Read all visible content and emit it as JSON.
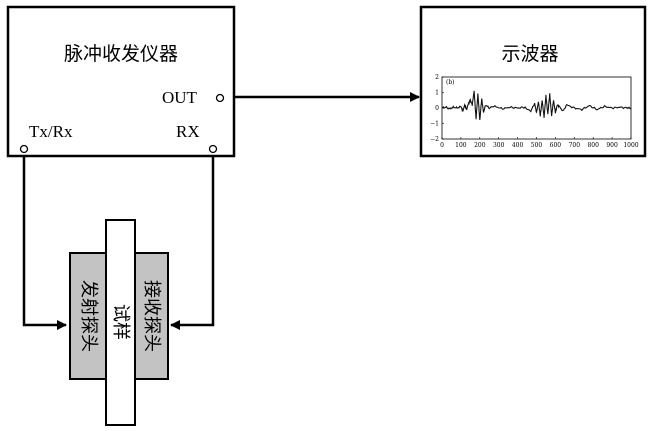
{
  "pulser": {
    "title": "脉冲收发仪器",
    "out_label": "OUT",
    "txrx_label": "Tx/Rx",
    "rx_label": "RX"
  },
  "oscilloscope": {
    "title": "示波器",
    "panel_label": "(b)",
    "y_ticks": [
      "2",
      "1",
      "0",
      "−1",
      "−2"
    ],
    "x_ticks": [
      "0",
      "100",
      "200",
      "300",
      "400",
      "500",
      "600",
      "700",
      "800",
      "900",
      "1000"
    ]
  },
  "specimen": {
    "label": "试样",
    "transmit_probe": "发射探头",
    "receive_probe": "接收探头"
  },
  "chart_data": {
    "type": "line",
    "title": "",
    "xlabel": "",
    "ylabel": "",
    "xlim": [
      0,
      1000
    ],
    "ylim": [
      -2,
      2
    ],
    "grid": false,
    "series": [
      {
        "x": [
          0,
          20,
          40,
          60,
          80,
          100,
          110,
          120,
          130,
          140,
          150,
          160,
          170,
          180,
          190,
          200,
          210,
          220,
          230,
          250,
          280,
          320,
          360,
          400,
          440,
          470,
          490,
          500,
          510,
          520,
          530,
          540,
          550,
          560,
          570,
          580,
          590,
          600,
          610,
          620,
          640,
          660,
          700,
          740,
          780,
          820,
          860,
          900,
          940,
          980,
          1000
        ],
        "y": [
          0.0,
          0.05,
          -0.05,
          0.05,
          0.0,
          0.1,
          -0.2,
          0.2,
          -0.1,
          0.3,
          0.5,
          0.2,
          1.1,
          -0.7,
          0.9,
          -0.8,
          0.6,
          -0.3,
          0.2,
          0.0,
          0.1,
          -0.05,
          0.05,
          0.0,
          0.05,
          -0.2,
          0.3,
          -0.3,
          0.4,
          -0.5,
          0.5,
          -0.6,
          0.8,
          -0.4,
          0.9,
          -0.5,
          0.5,
          -0.3,
          0.2,
          0.1,
          -0.2,
          0.2,
          0.0,
          -0.1,
          0.15,
          -0.1,
          0.1,
          0.0,
          0.05,
          0.0,
          0.0
        ]
      }
    ]
  }
}
